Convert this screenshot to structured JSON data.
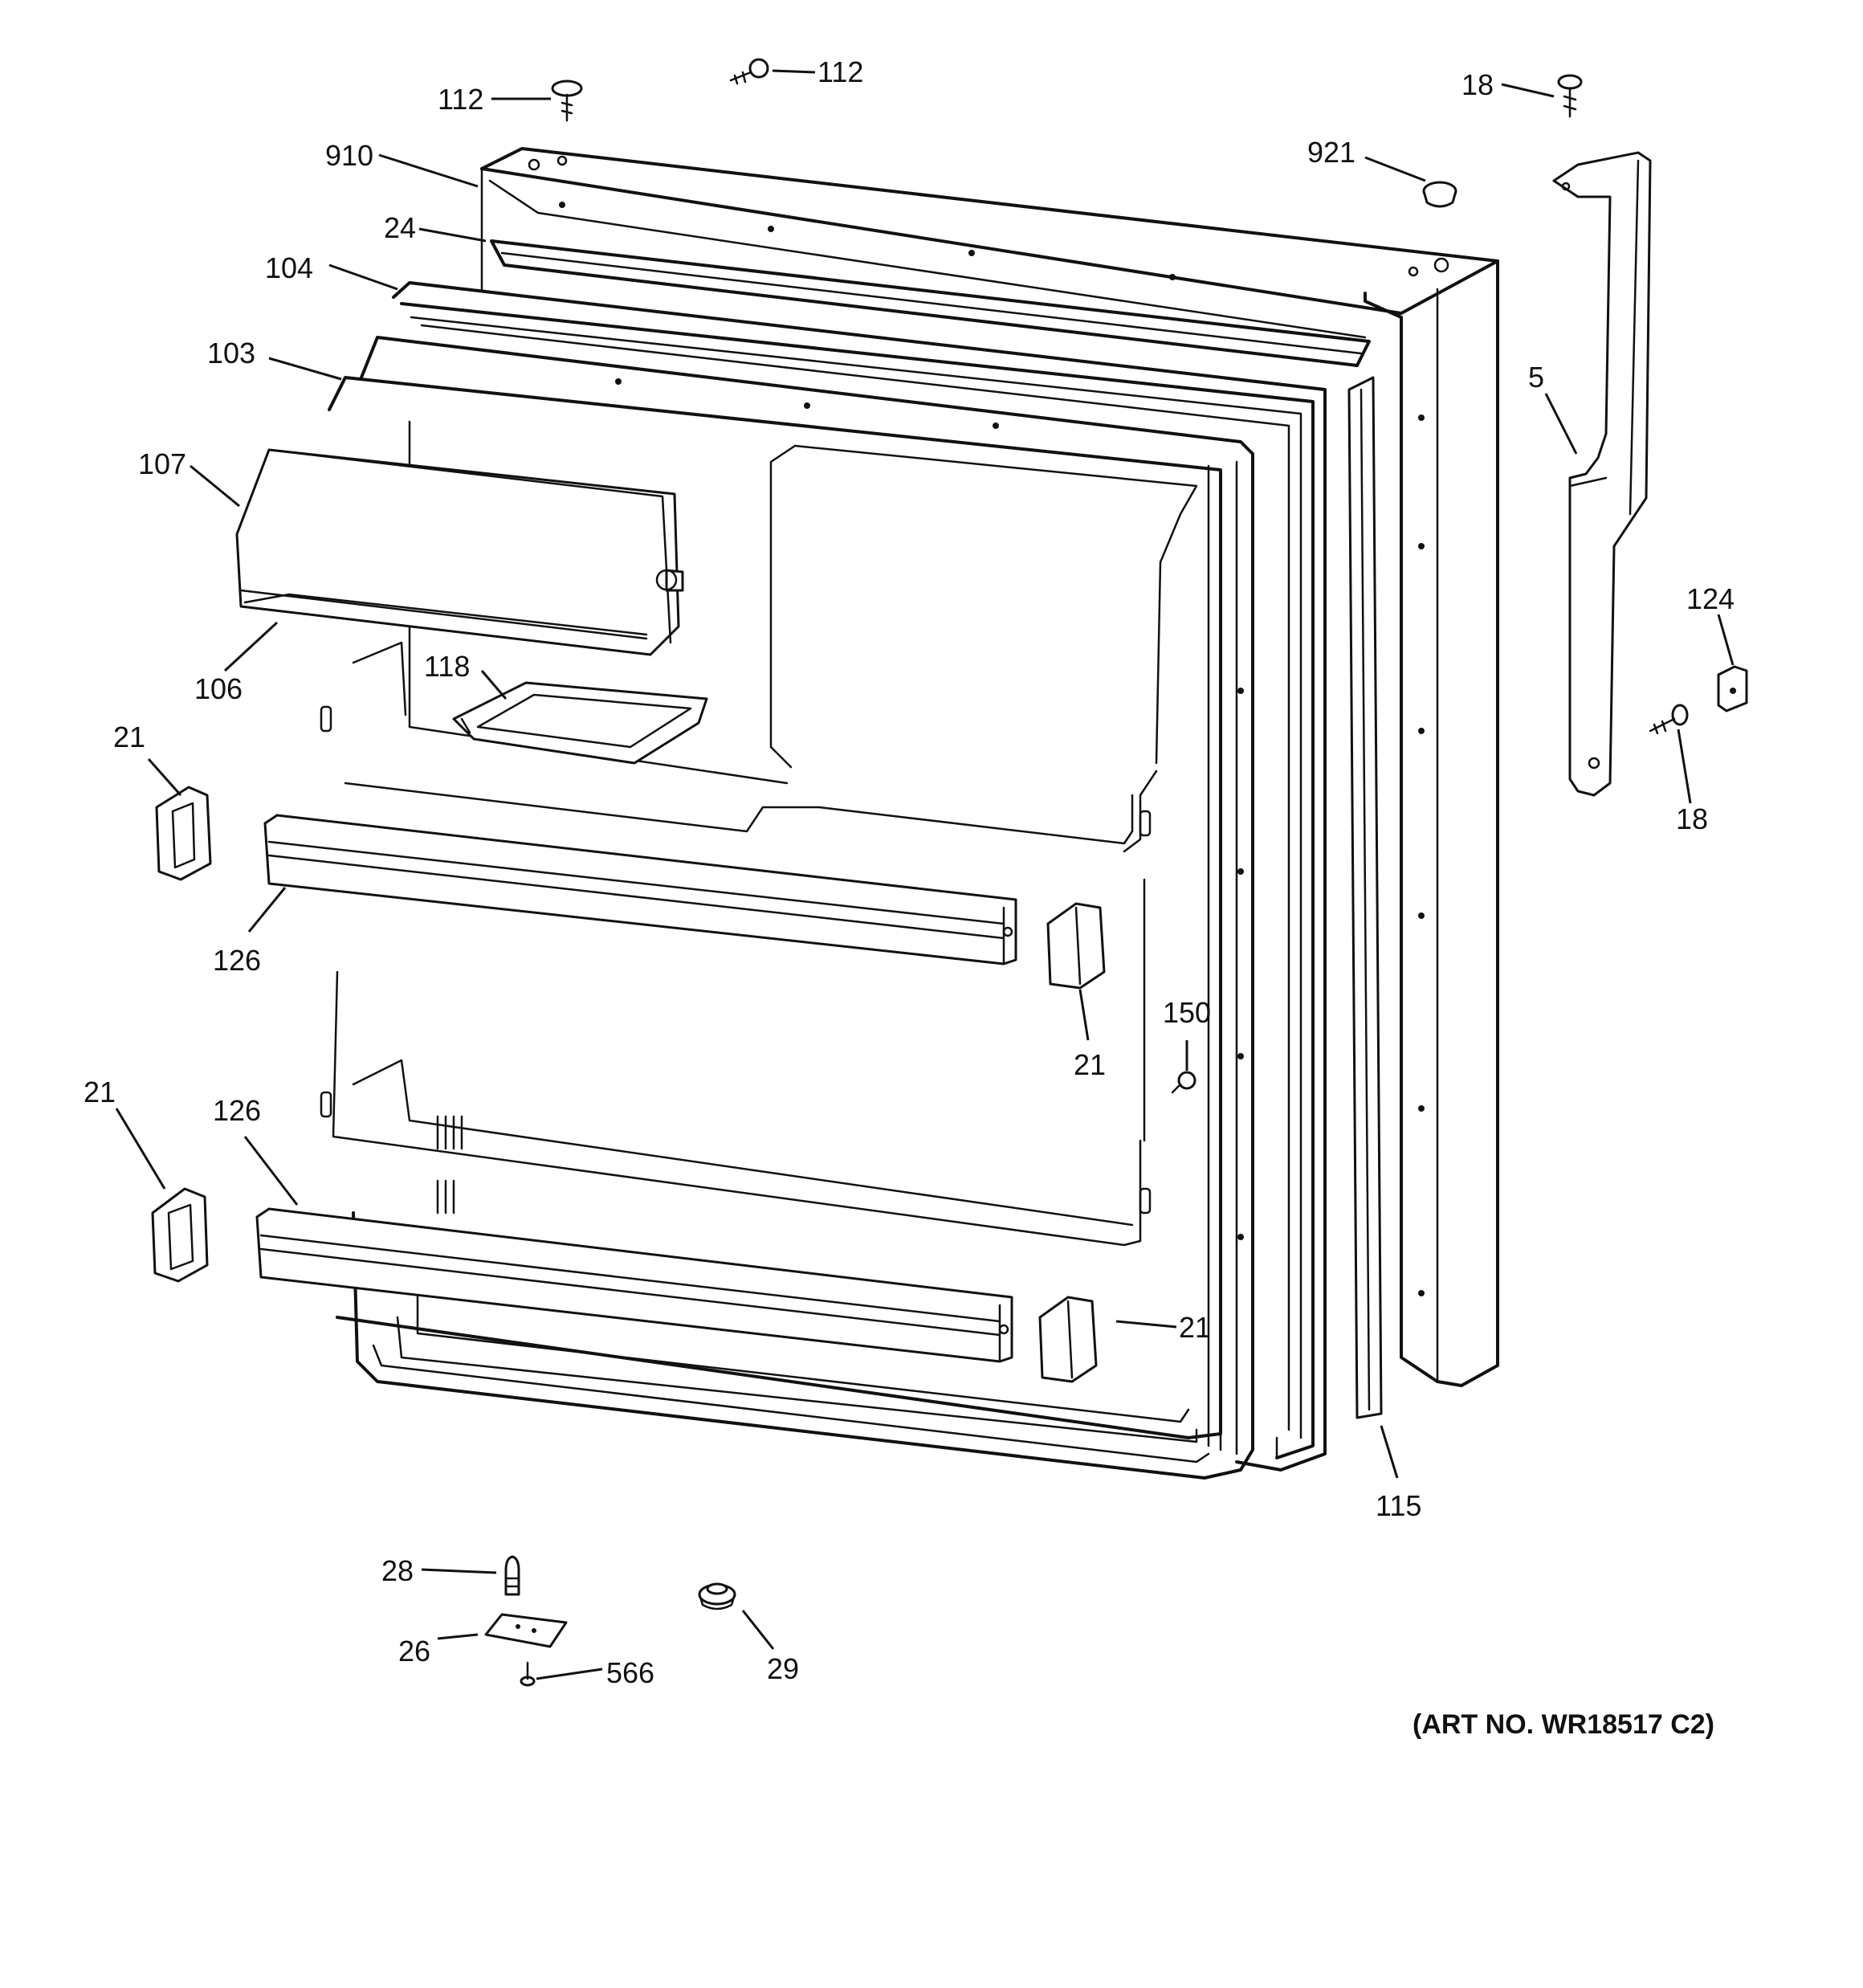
{
  "art_number": "(ART NO. WR18517 C2)",
  "callouts": [
    {
      "id": "c-112-a",
      "label": "112"
    },
    {
      "id": "c-112-b",
      "label": "112"
    },
    {
      "id": "c-18-a",
      "label": "18"
    },
    {
      "id": "c-910",
      "label": "910"
    },
    {
      "id": "c-921",
      "label": "921"
    },
    {
      "id": "c-24",
      "label": "24"
    },
    {
      "id": "c-104",
      "label": "104"
    },
    {
      "id": "c-103",
      "label": "103"
    },
    {
      "id": "c-5",
      "label": "5"
    },
    {
      "id": "c-107",
      "label": "107"
    },
    {
      "id": "c-124",
      "label": "124"
    },
    {
      "id": "c-106",
      "label": "106"
    },
    {
      "id": "c-118",
      "label": "118"
    },
    {
      "id": "c-21-a",
      "label": "21"
    },
    {
      "id": "c-18-b",
      "label": "18"
    },
    {
      "id": "c-126-a",
      "label": "126"
    },
    {
      "id": "c-150",
      "label": "150"
    },
    {
      "id": "c-21-b",
      "label": "21"
    },
    {
      "id": "c-21-c",
      "label": "21"
    },
    {
      "id": "c-126-b",
      "label": "126"
    },
    {
      "id": "c-21-d",
      "label": "21"
    },
    {
      "id": "c-115",
      "label": "115"
    },
    {
      "id": "c-28",
      "label": "28"
    },
    {
      "id": "c-26",
      "label": "26"
    },
    {
      "id": "c-566",
      "label": "566"
    },
    {
      "id": "c-29",
      "label": "29"
    }
  ]
}
